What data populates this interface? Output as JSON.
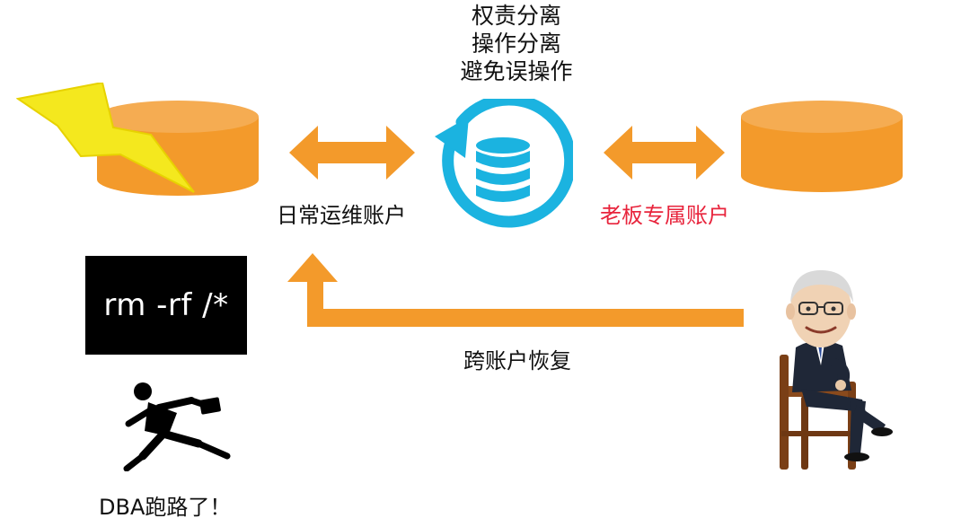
{
  "top_text": [
    "权责分离",
    "操作分离",
    "避免误操作"
  ],
  "left_account_label": "日常运维账户",
  "right_account_label": "老板专属账户",
  "recovery_label": "跨账户恢复",
  "command_text": "rm -rf /*",
  "caption": "DBA跑路了！",
  "icons": {
    "left_db": "database-cylinder-icon",
    "lightning": "lightning-bolt-icon",
    "center": "database-refresh-icon",
    "right_db": "database-cylinder-icon",
    "runner": "running-man-icon",
    "boss": "boss-seated-portrait"
  },
  "colors": {
    "orange": "#f39a2b",
    "orange_dark": "#e58613",
    "cyan": "#1bb3e0",
    "red": "#e8243c",
    "lightning": "#f4e81e"
  }
}
